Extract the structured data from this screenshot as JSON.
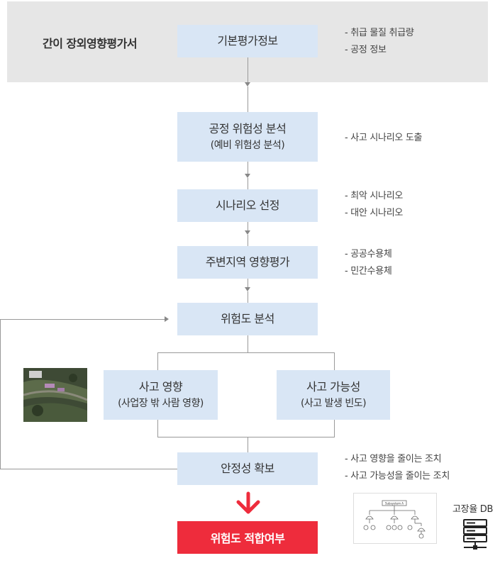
{
  "header": {
    "title": "간이 장외영향평가서"
  },
  "boxes": {
    "basic_info": "기본평가정보",
    "process_risk": "공정 위험성 분석",
    "process_risk_sub": "(예비 위험성 분석)",
    "scenario": "시나리오 선정",
    "surrounding": "주변지역 영향평가",
    "risk_analysis": "위험도 분석",
    "impact": "사고 영향",
    "impact_sub": "(사업장 밖 사람 영향)",
    "likelihood": "사고 가능성",
    "likelihood_sub": "(사고 발생 빈도)",
    "safety": "안정성 확보"
  },
  "notes": {
    "basic_info": [
      "- 취급 물질 취급량",
      "- 공정 정보"
    ],
    "process_risk": [
      "- 사고 시나리오 도출"
    ],
    "scenario": [
      "- 최악 시나리오",
      "- 대안 시나리오"
    ],
    "surrounding": [
      "- 공공수용체",
      "- 민간수용체"
    ],
    "safety": [
      "- 사고 영향을 줄이는 조치",
      "- 사고 가능성을 줄이는 조치"
    ]
  },
  "result": {
    "label": "위험도 적합여부"
  },
  "db": {
    "label": "고장율 DB",
    "icon": "server-database-icon"
  },
  "fault_tree": {
    "top_label": "Subsystem A",
    "icon": "fault-tree-icon"
  },
  "colors": {
    "box_fill": "#d9e6f5",
    "header_band": "#e6e6e6",
    "result_fill": "#ee2c3c",
    "line": "#999999"
  }
}
